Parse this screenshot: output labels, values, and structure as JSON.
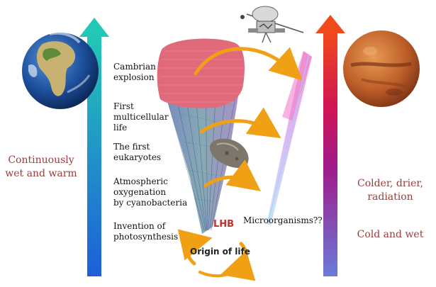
{
  "left_column": {
    "caption": "Continuously\nwet and warm"
  },
  "right_column": {
    "caption_upper": "Colder, drier,\nradiation",
    "caption_lower": "Cold and wet"
  },
  "milestones": [
    {
      "label": "Cambrian\nexplosion"
    },
    {
      "label": "First\nmulticellular\nlife"
    },
    {
      "label": "The first\neukaryotes"
    },
    {
      "label": "Atmospheric\noxygenation\nby cyanobacteria"
    },
    {
      "label": "Invention of\nphotosynthesis"
    }
  ],
  "markers": {
    "lhb": "LHB",
    "origin": "Origin of life",
    "microorganisms": "Microorganisms??"
  },
  "colors": {
    "left_arrow_top": "#23c7b6",
    "left_arrow_bottom": "#1e5fd9",
    "right_arrow_top": "#f04a1c",
    "right_arrow_mid": "#c4197a",
    "right_arrow_bottom": "#6a7bd8",
    "transfer_arrow": "#f0a015",
    "side_caption": "#9b3b3b",
    "lhb": "#c03030"
  },
  "icons": [
    "earth-globe-icon",
    "mars-globe-icon",
    "spacecraft-icon",
    "meteorite-icon"
  ]
}
